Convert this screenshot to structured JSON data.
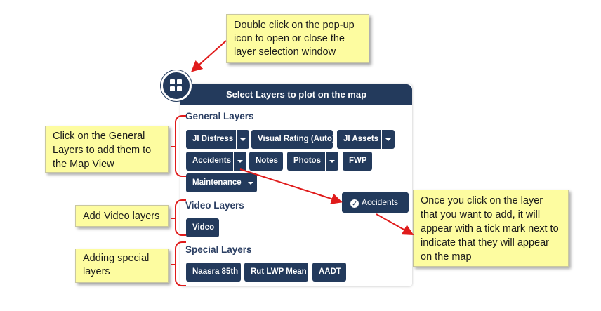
{
  "callouts": {
    "popup_hint": "Double click on the pop-up icon to open or close the layer selection window",
    "general_hint": "Click on the General Layers to add them to the Map View",
    "video_hint": "Add Video layers",
    "special_hint": "Adding special layers",
    "result_hint": "Once you click on the layer that you want to add, it will appear with a tick mark next to indicate that they will appear on the map"
  },
  "panel": {
    "title": "Select Layers to plot on the map",
    "popup_icon": "grid-icon",
    "general": {
      "title": "General Layers",
      "buttons": [
        "JI Distress",
        "Visual Rating (Auto)",
        "JI Assets",
        "Accidents",
        "Notes",
        "Photos",
        "FWP",
        "Maintenance"
      ]
    },
    "video": {
      "title": "Video Layers",
      "buttons": [
        "Video"
      ]
    },
    "special": {
      "title": "Special Layers",
      "buttons": [
        "Naasra 85th",
        "Rut LWP Mean",
        "AADT"
      ]
    }
  },
  "selected_badge": {
    "label": "Accidents",
    "icon": "check-circle-icon"
  },
  "colors": {
    "navy": "#233a5c",
    "callout_bg": "#fdfca0",
    "annotation_red": "#e01b1b"
  }
}
